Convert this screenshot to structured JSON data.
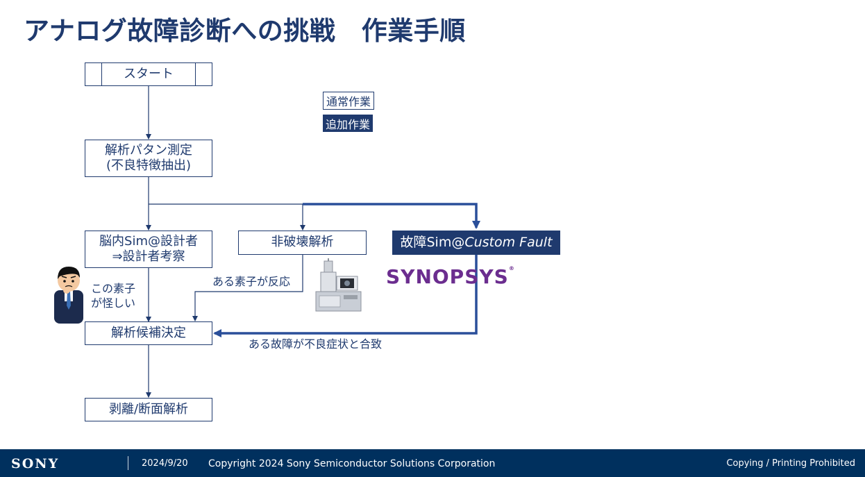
{
  "title": "アナログ故障診断への挑戦　作業手順",
  "flow": {
    "start": "スタート",
    "measure_line1": "解析パタン測定",
    "measure_line2": "(不良特徴抽出)",
    "brain_line1": "脳内Sim@設計者",
    "brain_line2": "⇒設計者考察",
    "nondestructive": "非破壊解析",
    "fault_sim_prefix": "故障Sim@",
    "fault_sim_italic": "Custom Fault",
    "candidate": "解析候補決定",
    "delamination": "剥離/断面解析"
  },
  "legend": {
    "normal": "通常作業",
    "additional": "追加作業"
  },
  "notes": {
    "suspicious_line1": "この素子",
    "suspicious_line2": "が怪しい",
    "element_reacted": "ある素子が反応",
    "fault_matched": "ある故障が不良症状と合致"
  },
  "logo": {
    "synopsys": "SYNOPSYS"
  },
  "footer": {
    "brand": "SONY",
    "date": "2024/9/20",
    "copyright": "Copyright 2024 Sony Semiconductor Solutions Corporation",
    "notice": "Copying / Printing Prohibited"
  },
  "colors": {
    "primary": "#1f3a6e",
    "accent_line": "#2a4f9a",
    "footer": "#00305e",
    "synopsys": "#6b2d8f"
  }
}
